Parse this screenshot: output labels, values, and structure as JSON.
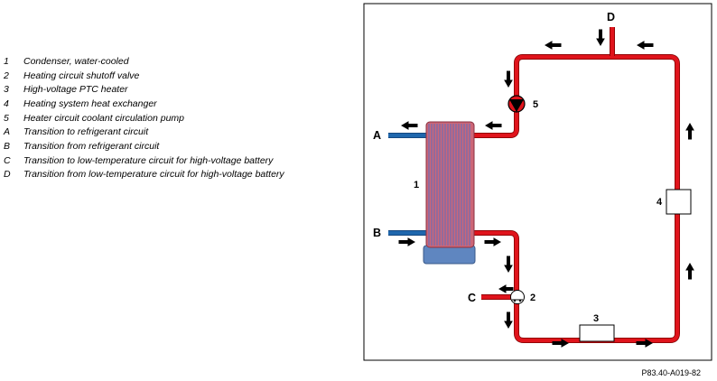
{
  "legend": [
    {
      "key": "1",
      "text": "Condenser, water-cooled"
    },
    {
      "key": "2",
      "text": "Heating circuit shutoff valve"
    },
    {
      "key": "3",
      "text": "High-voltage PTC heater"
    },
    {
      "key": "4",
      "text": "Heating system heat exchanger"
    },
    {
      "key": "5",
      "text": "Heater circuit coolant circulation pump"
    },
    {
      "key": "A",
      "text": "Transition to refrigerant circuit"
    },
    {
      "key": "B",
      "text": "Transition from refrigerant circuit"
    },
    {
      "key": "C",
      "text": "Transition to low-temperature circuit for high-voltage battery"
    },
    {
      "key": "D",
      "text": "Transition from low-temperature circuit for high-voltage battery"
    }
  ],
  "diagram_labels": {
    "condenser": "1",
    "valve": "2",
    "heater": "3",
    "heat_exchanger": "4",
    "pump": "5",
    "port_a": "A",
    "port_b": "B",
    "port_c": "C",
    "port_d": "D"
  },
  "colors": {
    "coolant": "#e0141c",
    "refrigerant": "#1f67ad",
    "condenser_body": "#cc6677",
    "condenser_stripe": "#5a6fc0",
    "condenser_base": "#5f86c0"
  },
  "reference_code": "P83.40-A019-82"
}
